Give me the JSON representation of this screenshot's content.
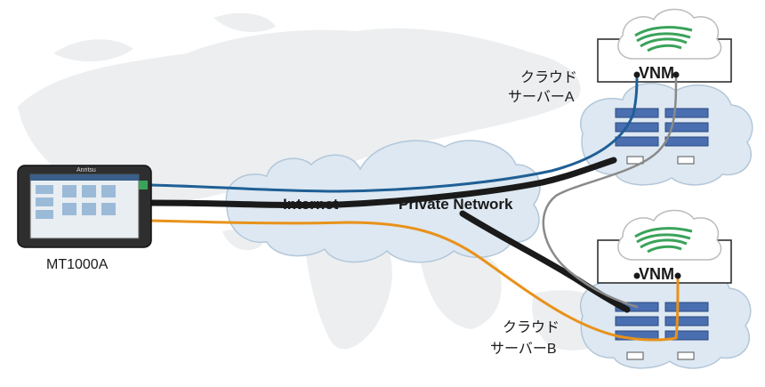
{
  "labels": {
    "internet": "Internet",
    "private_network": "Private Network",
    "device": "MT1000A",
    "server_a_line1": "クラウド",
    "server_a_line2": "サーバーA",
    "server_b_line1": "クラウド",
    "server_b_line2": "サーバーB",
    "vnm_logo": "VNM",
    "device_brand": "Anritsu"
  },
  "colors": {
    "blue_link": "#1f5f95",
    "orange_link": "#e8921a",
    "gray_link": "#8a8a8a",
    "black_link": "#1a1a1a",
    "cloud_fill": "#dde8f2",
    "cloud_stroke": "#b3c7d9",
    "map_fill": "#eceef0",
    "logo_green": "#3aa35a"
  }
}
